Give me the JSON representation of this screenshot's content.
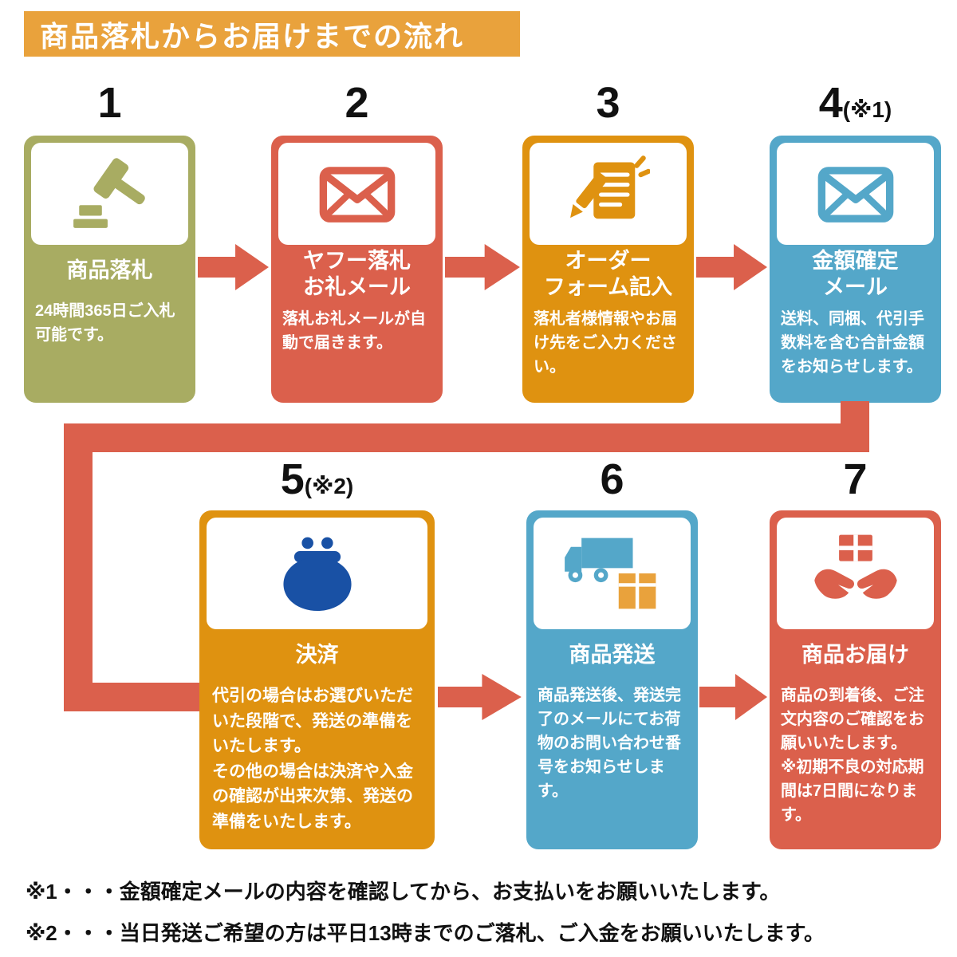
{
  "title": "商品落札からお届けまでの流れ",
  "colors": {
    "banner_orange": "#E9A23C",
    "card_olive": "#A8AC62",
    "card_red": "#DB604C",
    "card_orange": "#DF9210",
    "card_blue": "#54A7C9",
    "purse_blue": "#1951A5",
    "arrow_red": "#DB604C",
    "parcel_orange": "#E9A23C"
  },
  "steps": [
    {
      "number": "1",
      "number_note": "",
      "label": "商品落札",
      "description": "24時間365日ご入札可能です。",
      "icon": "gavel-icon",
      "color_key": "card_olive"
    },
    {
      "number": "2",
      "number_note": "",
      "label": "ヤフー落札\nお礼メール",
      "description": "落札お礼メールが自動で届きます。",
      "icon": "mail-icon",
      "color_key": "card_red"
    },
    {
      "number": "3",
      "number_note": "",
      "label": "オーダー\nフォーム記入",
      "description": "落札者様情報やお届け先をご入力ください。",
      "icon": "order-form-icon",
      "color_key": "card_orange"
    },
    {
      "number": "4",
      "number_note": "(※1)",
      "label": "金額確定\nメール",
      "description": "送料、同梱、代引手数料を含む合計金額をお知らせします。",
      "icon": "mail-icon",
      "color_key": "card_blue"
    },
    {
      "number": "5",
      "number_note": "(※2)",
      "label": "決済",
      "description": "代引の場合はお選びいただいた段階で、発送の準備をいたします。\nその他の場合は決済や入金の確認が出来次第、発送の準備をいたします。",
      "icon": "purse-icon",
      "color_key": "card_orange"
    },
    {
      "number": "6",
      "number_note": "",
      "label": "商品発送",
      "description": "商品発送後、発送完了のメールにてお荷物のお問い合わせ番号をお知らせします。",
      "icon": "truck-icon",
      "color_key": "card_blue"
    },
    {
      "number": "7",
      "number_note": "",
      "label": "商品お届け",
      "description": "商品の到着後、ご注文内容のご確認をお願いいたします。\n※初期不良の対応期間は7日間になります。",
      "icon": "delivery-hands-icon",
      "color_key": "card_red"
    }
  ],
  "footnotes": [
    "※1・・・金額確定メールの内容を確認してから、お支払いをお願いいたします。",
    "※2・・・当日発送ご希望の方は平日13時までのご落札、ご入金をお願いいたします。"
  ]
}
